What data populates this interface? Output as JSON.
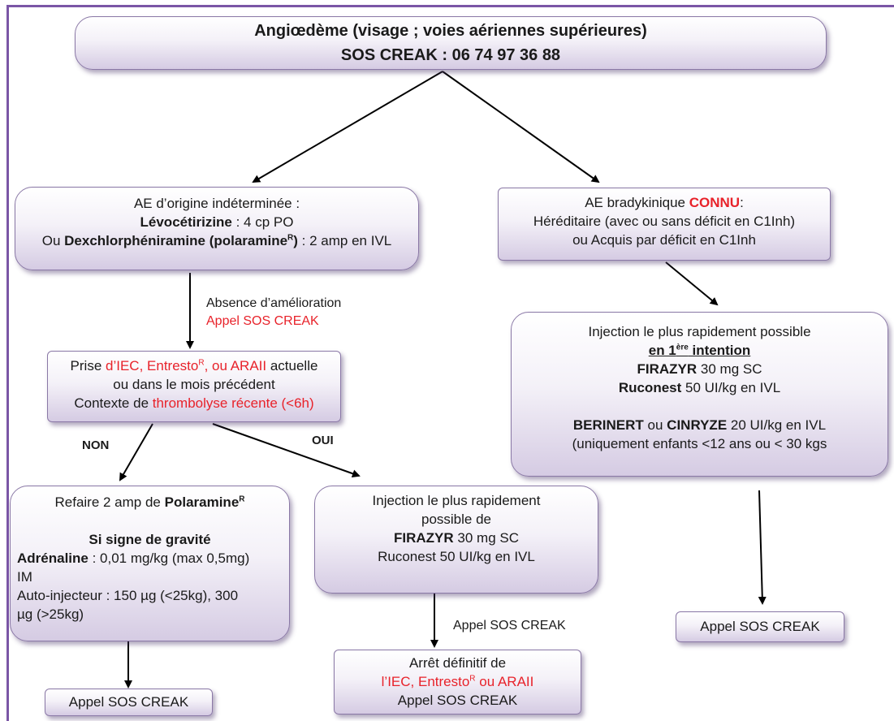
{
  "top": {
    "line1": "Angiœdème (visage ; voies aériennes supérieures)",
    "line2": "SOS CREAK : 06 74 97 36 88"
  },
  "left_box": {
    "line1": "AE d’origine indéterminée :",
    "drug1": "Lévocétirizine",
    "drug1_dose": " : 4 cp PO",
    "ou": "Ou ",
    "drug2": "Dexchlorphéniramine (polaramine",
    "sup": "R",
    "drug2_close": ")",
    "drug2_dose": " : 2 amp en IVL"
  },
  "right_box": {
    "prefix": "AE bradykinique ",
    "connu": "CONNU",
    "colon": ":",
    "line2": "Héréditaire (avec ou sans déficit en C1Inh)",
    "line3": "ou Acquis par déficit en C1Inh"
  },
  "absence": {
    "line1": "Absence d’amélioration",
    "line2": "Appel SOS CREAK"
  },
  "prise": {
    "a": "Prise ",
    "b": "d’IEC, Entresto",
    "sup": "R",
    "c": ", ou ARAII",
    "d": " actuelle",
    "line2": "ou dans le mois précédent",
    "line3a": "Contexte de ",
    "line3b": "thrombolyse récente (<6h)"
  },
  "labels": {
    "non": "NON",
    "oui": "OUI"
  },
  "right_inj": {
    "line1": "Injection le plus rapidement possible",
    "line2a": "en 1",
    "line2sup": "ère",
    "line2b": " intention",
    "firazyr": "FIRAZYR",
    "firazyr_dose": " 30 mg SC",
    "ruconest": "Ruconest",
    "ruconest_dose": "  50 UI/kg en IVL",
    "berinert": "BERINERT",
    "ou": " ou ",
    "cinryze": "CINRYZE",
    "cinryze_dose": " 20 UI/kg en IVL",
    "last": "(uniquement enfants <12 ans ou < 30 kgs"
  },
  "refaire": {
    "line1a": "Refaire 2 amp de ",
    "line1b": "Polaramine",
    "sup": "R",
    "gravite": "Si signe de gravité",
    "adr": "Adrénaline",
    "adr_dose": " : 0,01 mg/kg (max 0,5mg)",
    "im": "IM",
    "auto": "Auto-injecteur : 150 µg (<25kg), 300",
    "auto2": "µg (>25kg)"
  },
  "mid_inj": {
    "line1": "Injection le plus rapidement",
    "line2": "possible  de",
    "firazyr": "FIRAZYR",
    "firazyr_dose": " 30 mg SC",
    "ruconest": "Ruconest  50 UI/kg en IVL"
  },
  "appel": {
    "mid_label": "Appel SOS CREAK",
    "right": "Appel SOS CREAK",
    "left": "Appel SOS CREAK"
  },
  "arret": {
    "line1": "Arrêt définitif de",
    "line2a": "l’IEC, Entresto",
    "sup": "R",
    "line2b": " ou ARAII",
    "line3": "Appel SOS CREAK"
  }
}
